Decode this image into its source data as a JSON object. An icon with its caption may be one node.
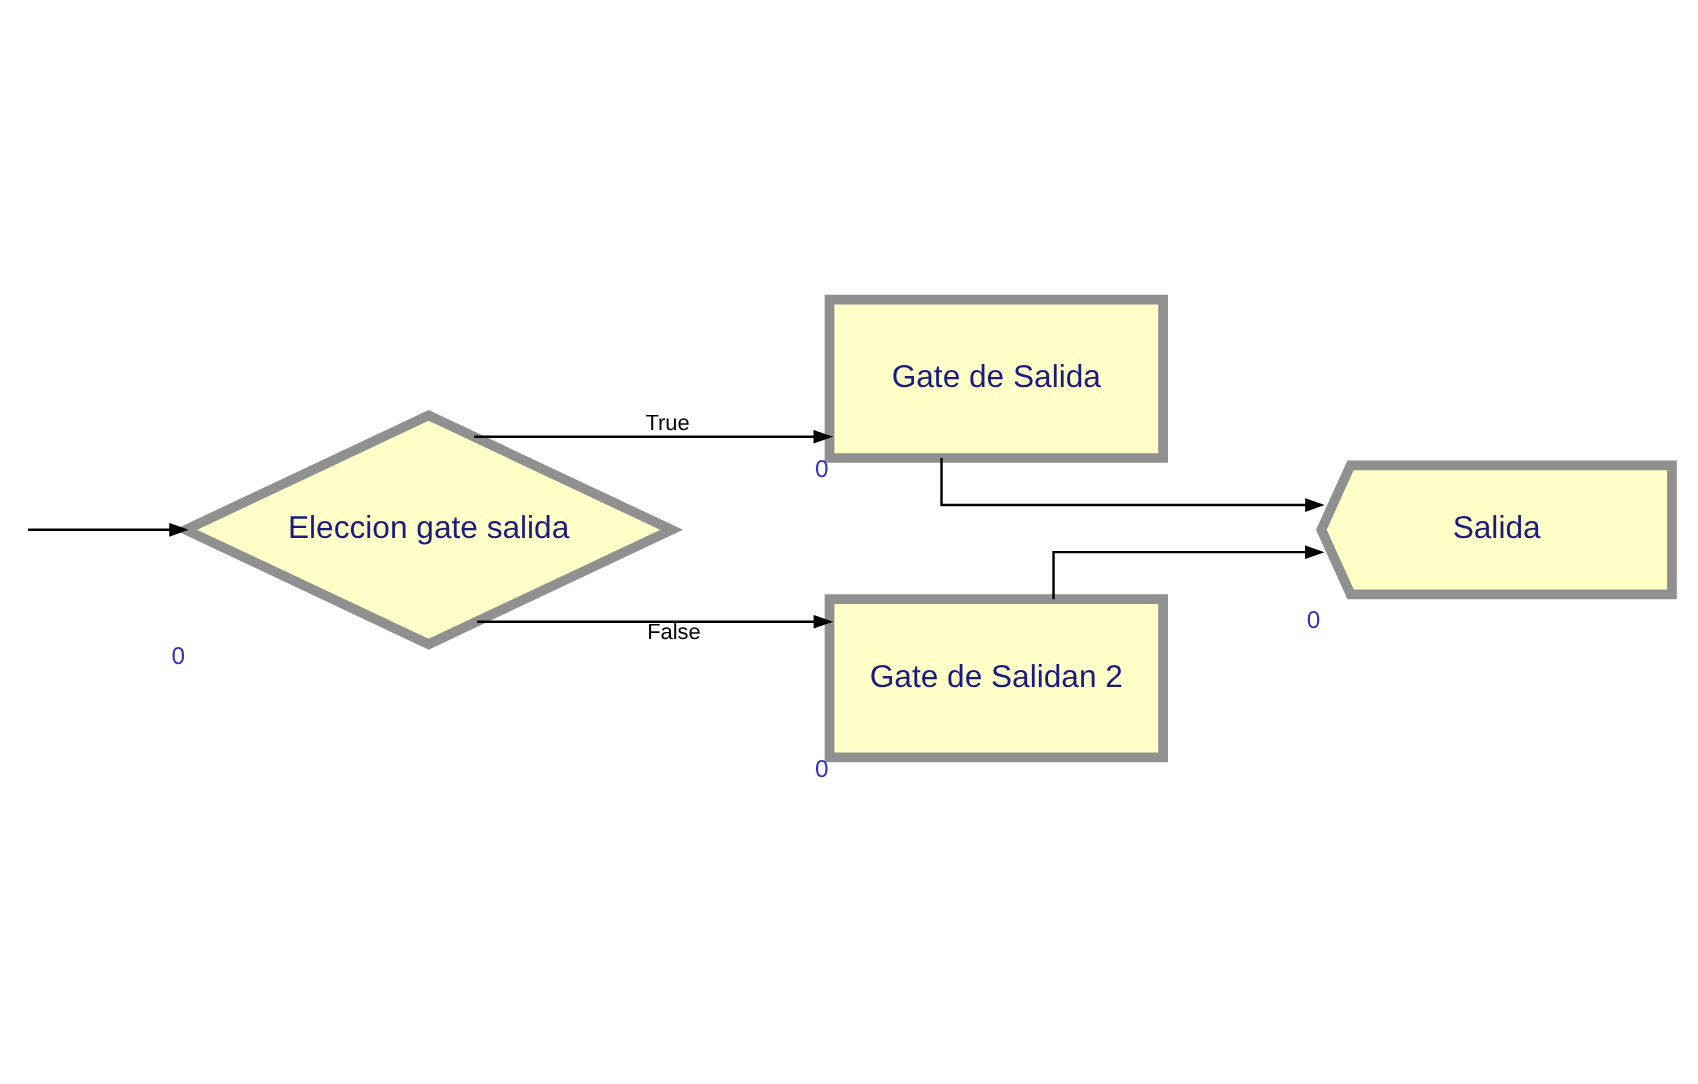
{
  "diagram": {
    "nodes": [
      {
        "text": [
          "Eleccion gate salida"
        ],
        "beside": [
          "0"
        ]
      },
      {
        "text": [
          "Gate de Salida"
        ],
        "beside": [
          "0"
        ]
      },
      {
        "text": [
          "Gate de Salidan 2"
        ],
        "beside": [
          "0"
        ]
      },
      {
        "text": [
          "Salida"
        ],
        "beside": [
          "0"
        ]
      }
    ],
    "edges": [
      {
        "from": null,
        "to": 0,
        "arrow": "to"
      },
      {
        "from": 0,
        "to": 1,
        "label": "True",
        "arrow": "to"
      },
      {
        "from": 0,
        "to": 2,
        "label": "False",
        "arrow": "to"
      },
      {
        "from": 1,
        "to": 3,
        "arrow": "to"
      },
      {
        "from": 2,
        "to": 3,
        "arrow": "to"
      }
    ]
  }
}
